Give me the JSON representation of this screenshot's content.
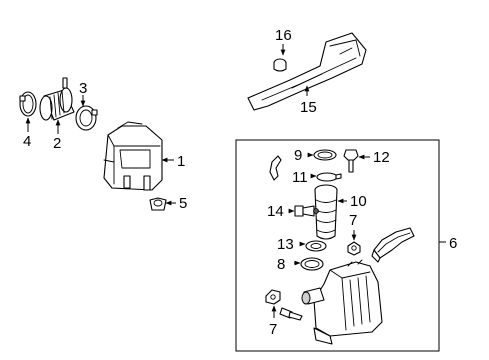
{
  "callouts": {
    "c1": "1",
    "c2": "2",
    "c3": "3",
    "c4": "4",
    "c5": "5",
    "c6": "6",
    "c7a": "7",
    "c7b": "7",
    "c8": "8",
    "c9": "9",
    "c10": "10",
    "c11": "11",
    "c12": "12",
    "c13": "13",
    "c14": "14",
    "c15": "15",
    "c16": "16"
  }
}
